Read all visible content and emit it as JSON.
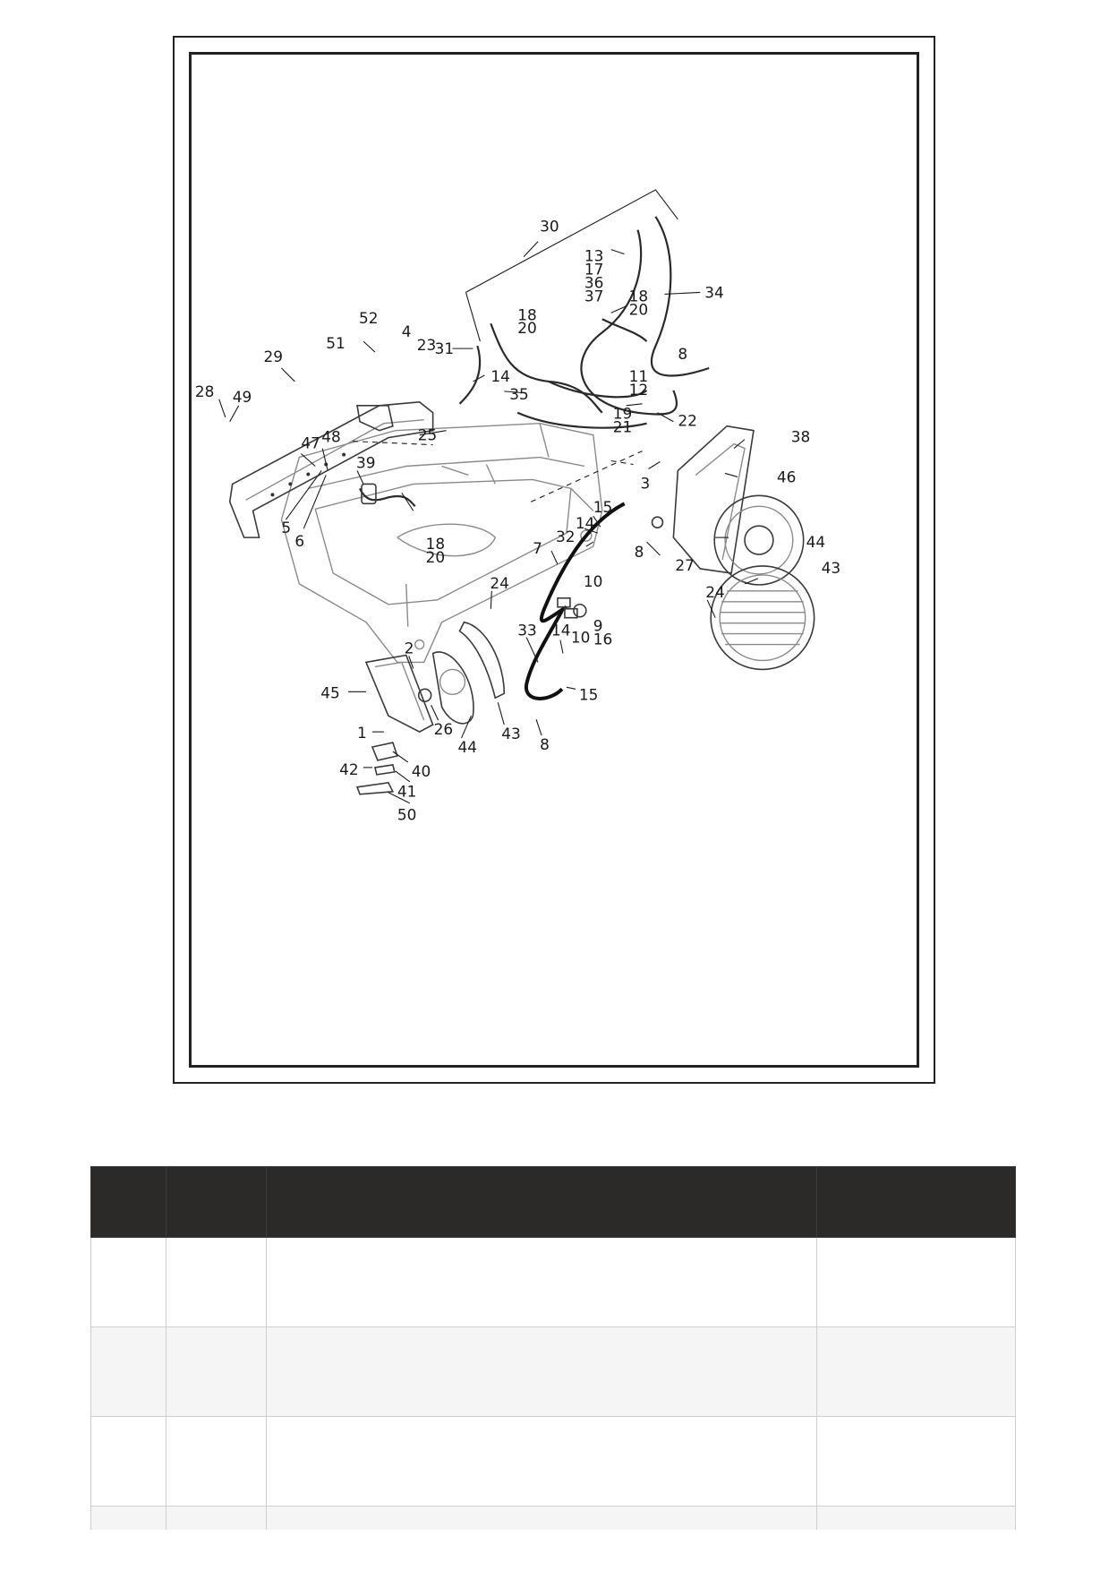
{
  "diagram": {
    "callouts": {
      "c30": "30",
      "c13": "13",
      "c17": "17",
      "c36": "36",
      "c37": "37",
      "c34": "34",
      "c18a": "18",
      "c20a": "20",
      "c18b": "18",
      "c20b": "20",
      "c8a": "8",
      "c31": "31",
      "c14a": "14",
      "c35": "35",
      "c11": "11",
      "c12": "12",
      "c19": "19",
      "c21": "21",
      "c22": "22",
      "c52": "52",
      "c4": "4",
      "c23": "23",
      "c51": "51",
      "c29": "29",
      "c28": "28",
      "c49": "49",
      "c25": "25",
      "c47": "47",
      "c48": "48",
      "c39": "39",
      "c5": "5",
      "c6": "6",
      "c18c": "18",
      "c20c": "20",
      "c38": "38",
      "c3": "3",
      "c46": "46",
      "c15a": "15",
      "c14b": "14",
      "c32": "32",
      "c8b": "8",
      "c7": "7",
      "c27": "27",
      "c44a": "44",
      "c43a": "43",
      "c10a": "10",
      "c10b": "10",
      "c9": "9",
      "c16": "16",
      "c24a": "24",
      "c24b": "24",
      "c2": "2",
      "c33": "33",
      "c14c": "14",
      "c15b": "15",
      "c45": "45",
      "c26": "26",
      "c44b": "44",
      "c43b": "43",
      "c8c": "8",
      "c1": "1",
      "c40": "40",
      "c42": "42",
      "c41": "41",
      "c50": "50"
    }
  },
  "table": {
    "headers": [
      "",
      "",
      "",
      ""
    ],
    "rows": [
      [
        "",
        "",
        "",
        ""
      ],
      [
        "",
        "",
        "",
        ""
      ],
      [
        "",
        "",
        "",
        ""
      ],
      [
        "",
        "",
        "",
        ""
      ]
    ]
  }
}
